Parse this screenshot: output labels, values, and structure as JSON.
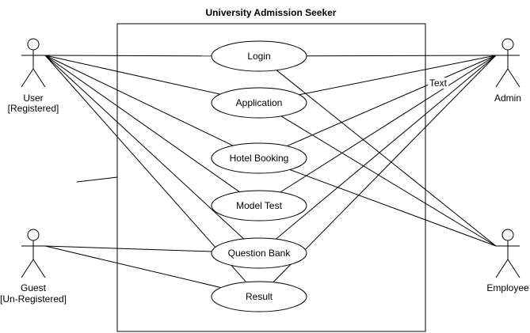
{
  "diagram": {
    "title": "University Admission Seeker",
    "floating_text": "Text",
    "colors": {
      "stroke": "#000000",
      "fill": "#ffffff",
      "text": "#000000"
    }
  },
  "actors": {
    "user": {
      "name": "User",
      "qualifier": "[Registered]"
    },
    "guest": {
      "name": "Guest",
      "qualifier": "[Un-Registered]"
    },
    "admin": {
      "name": "Admin"
    },
    "employee": {
      "name": "Employee"
    }
  },
  "use_cases": {
    "login": "Login",
    "application": "Application",
    "hotel_booking": "Hotel Booking",
    "model_test": "Model Test",
    "question_bank": "Question Bank",
    "result": "Result"
  },
  "associations": [
    {
      "from": "user",
      "to": "login"
    },
    {
      "from": "user",
      "to": "application"
    },
    {
      "from": "user",
      "to": "hotel_booking"
    },
    {
      "from": "user",
      "to": "model_test"
    },
    {
      "from": "user",
      "to": "question_bank"
    },
    {
      "from": "user",
      "to": "result"
    },
    {
      "from": "guest",
      "to": "question_bank"
    },
    {
      "from": "guest",
      "to": "result"
    },
    {
      "from": "admin",
      "to": "login"
    },
    {
      "from": "admin",
      "to": "application"
    },
    {
      "from": "admin",
      "to": "hotel_booking"
    },
    {
      "from": "admin",
      "to": "model_test"
    },
    {
      "from": "admin",
      "to": "question_bank"
    },
    {
      "from": "admin",
      "to": "result"
    },
    {
      "from": "employee",
      "to": "login"
    },
    {
      "from": "employee",
      "to": "application"
    },
    {
      "from": "employee",
      "to": "hotel_booking"
    }
  ]
}
